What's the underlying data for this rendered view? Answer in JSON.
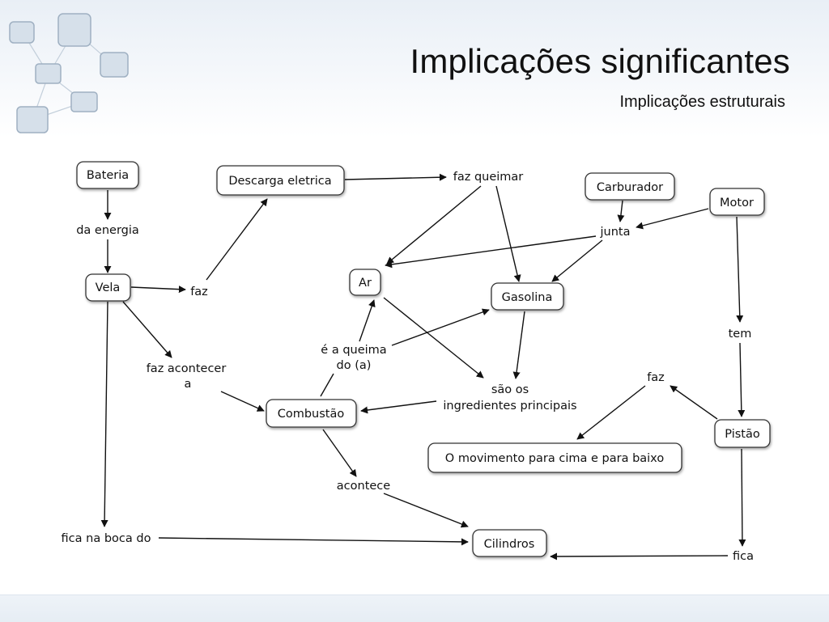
{
  "slide": {
    "title": "Implicações significantes",
    "subtitle": "Implicações estruturais"
  },
  "colors": {
    "deco_fill": "#d6e0ea",
    "deco_stroke": "#9fb0c2",
    "deco_line": "#c3cfdb"
  },
  "concepts": {
    "bateria": "Bateria",
    "descarga": "Descarga eletrica",
    "carburador": "Carburador",
    "motor": "Motor",
    "vela": "Vela",
    "ar": "Ar",
    "gasolina": "Gasolina",
    "combustao": "Combustão",
    "pistao": "Pistão",
    "movimento": "O movimento para cima e para baixo",
    "cilindros": "Cilindros"
  },
  "links": {
    "da_energia": "da energia",
    "faz_queimar": "faz queimar",
    "junta": "junta",
    "faz_vela": "faz",
    "faz_acontecer_1": "faz acontecer",
    "faz_acontecer_2": "a",
    "e_a_queima_1": "é a queima",
    "e_a_queima_2": "do (a)",
    "sao_os": "são os",
    "ingredientes": "ingredientes principais",
    "tem": "tem",
    "faz_pistao": "faz",
    "acontece": "acontece",
    "fica_na_boca": "fica na boca do",
    "fica": "fica"
  }
}
